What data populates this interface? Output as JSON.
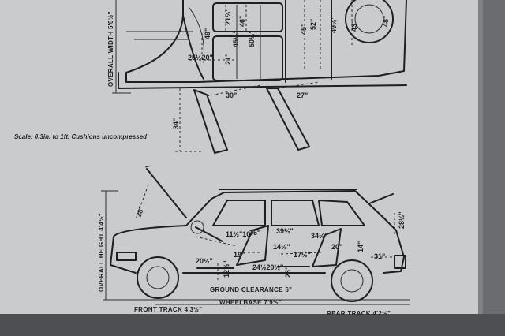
{
  "page": {
    "colors": {
      "paper": "#c9cbcd",
      "ink": "#1d1f22",
      "background": "#55575a",
      "binding": "#7f8184"
    }
  },
  "plan": {
    "overall_width": "OVERALL WIDTH 5'0½\"",
    "dims": {
      "d_21a": "21½\"",
      "d_46": "46\"",
      "d_45a": "45½\"",
      "d_50": "50½\"",
      "d_49": "49\"",
      "d_21b": "21\"",
      "d_2520": "25½20\"",
      "d_45b": "45\"",
      "d_52": "52\"",
      "d_495": "49½\"",
      "d_43": "43\"",
      "d_48": "48\"",
      "d_30": "30\"",
      "d_27": "27\"",
      "d_34": "34\""
    }
  },
  "scale_note": "Scale: 0.3in. to 1ft. Cushions uncompressed",
  "side": {
    "overall_height": "OVERALL HEIGHT 4'4½\"",
    "ground_clearance": "GROUND CLEARANCE 6\"",
    "wheelbase": "WHEELBASE 7'9½\"",
    "front_track": "FRONT TRACK 4'3½\"",
    "rear_track": "REAR TRACK 4'2½\"",
    "dims": {
      "d_28": "28\"",
      "d_285": "28½\"",
      "d_115": "11½\"10\"",
      "d_36": "36\"",
      "d_39": "39½\"",
      "d_34b": "34½\"",
      "d_205": "20½\"",
      "d_19": "19\"",
      "d_145": "14½\"",
      "d_175": "17½\"",
      "d_14": "14\"",
      "d_31": "31\"",
      "d_20": "20\"",
      "d_24": "24½20½\"",
      "d_23": "23\"",
      "d_125": "12½\""
    }
  }
}
